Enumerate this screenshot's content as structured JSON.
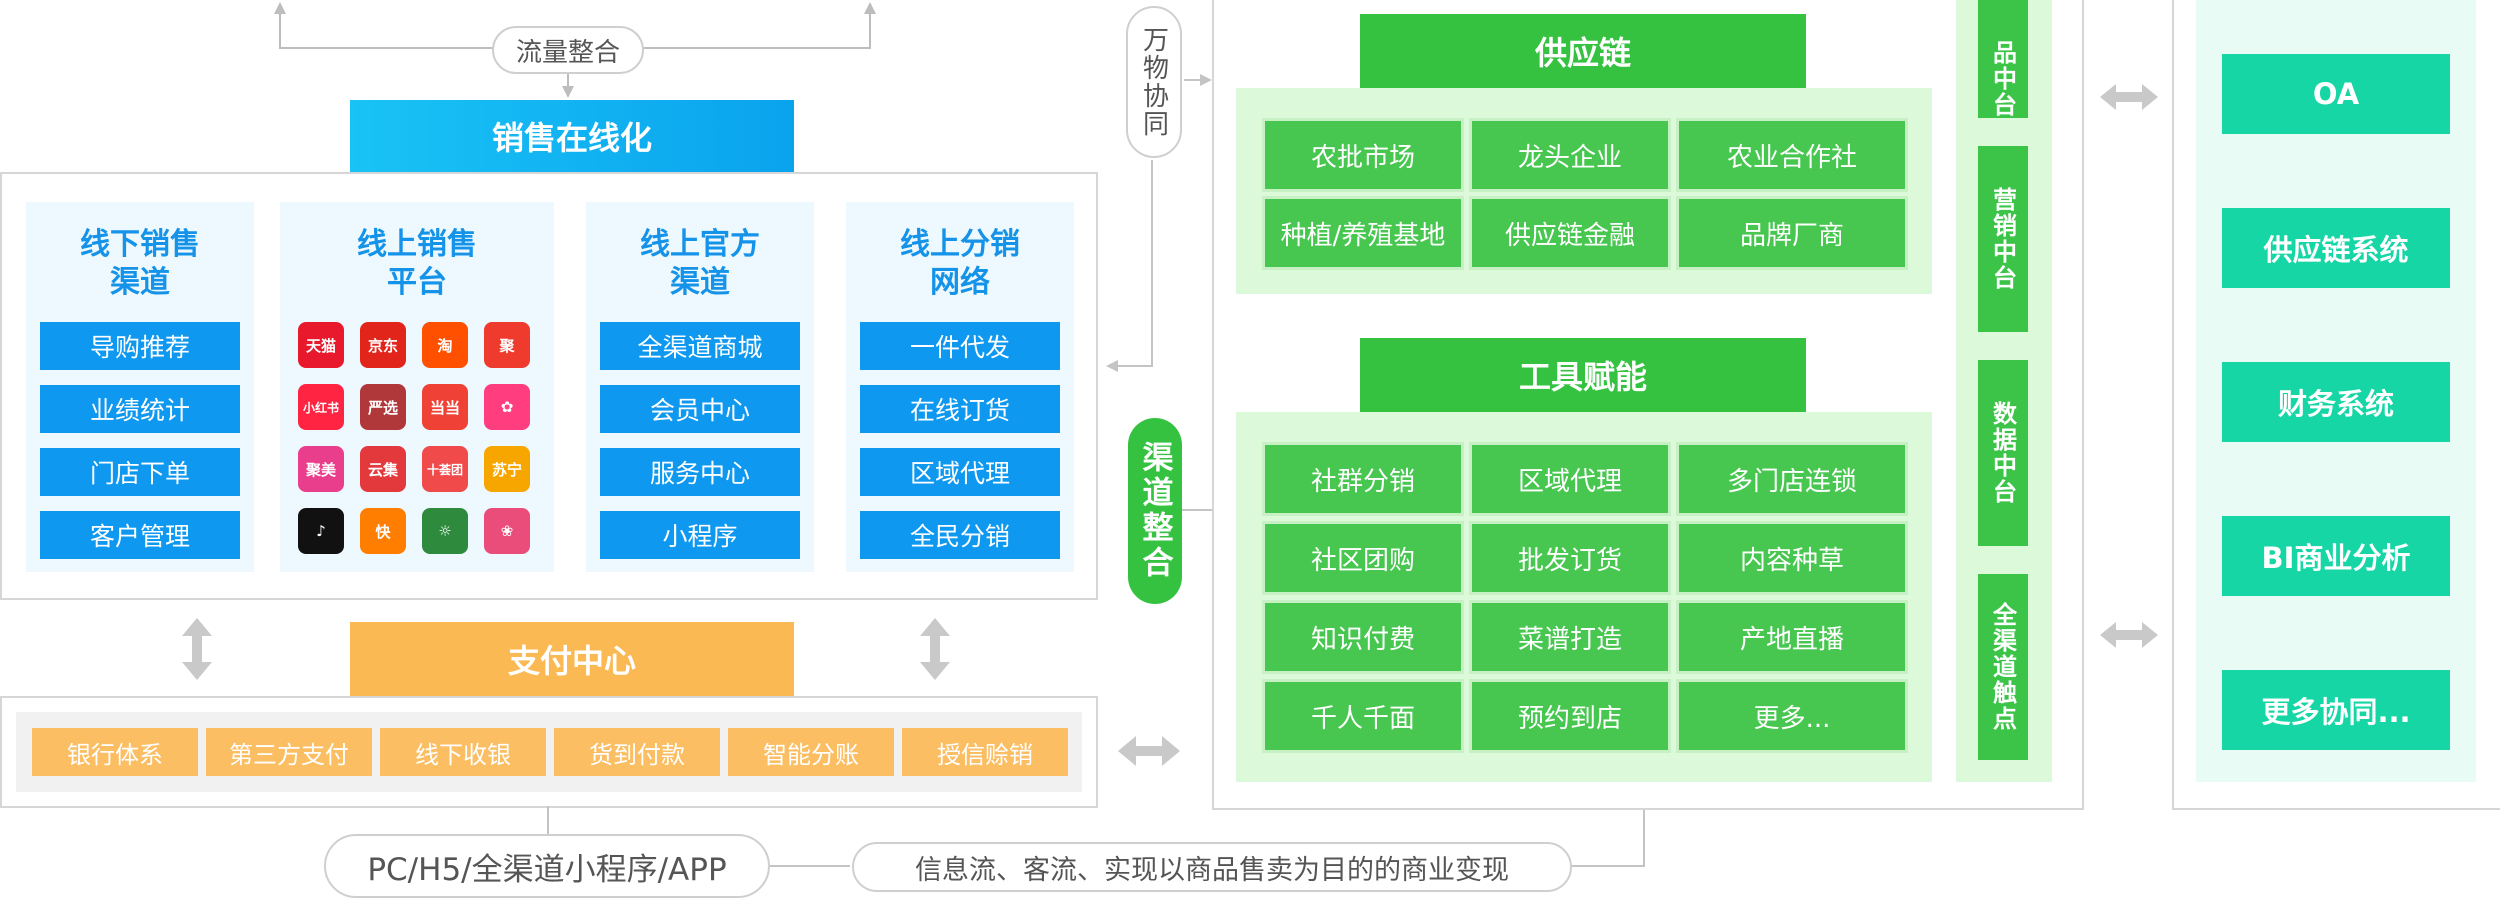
{
  "top": {
    "flow_label": "流量整合",
    "sales_online": "销售在线化"
  },
  "channels": [
    {
      "title": "线下销售\n渠道",
      "items": [
        "导购推荐",
        "业绩统计",
        "门店下单",
        "客户管理"
      ]
    },
    {
      "title": "线上销售\n平台",
      "apps": [
        {
          "label": "天猫",
          "color": "#e8192c",
          "icon": "tmall-icon"
        },
        {
          "label": "京东",
          "color": "#e1251b",
          "icon": "jd-icon"
        },
        {
          "label": "淘",
          "color": "#ff5000",
          "icon": "taobao-icon"
        },
        {
          "label": "聚",
          "color": "#ef3b2d",
          "icon": "juhuasuan-icon"
        },
        {
          "label": "小红书",
          "color": "#ff2442",
          "icon": "xiaohongshu-icon"
        },
        {
          "label": "严选",
          "color": "#b0373a",
          "icon": "yanxuan-icon"
        },
        {
          "label": "当当",
          "color": "#ef4136",
          "icon": "dangdang-icon"
        },
        {
          "label": "✿",
          "color": "#ff3d7f",
          "icon": "flower-app-icon"
        },
        {
          "label": "聚美",
          "color": "#e83e8c",
          "icon": "jumei-icon"
        },
        {
          "label": "云集",
          "color": "#e4393c",
          "icon": "yunji-icon"
        },
        {
          "label": "十荟团",
          "color": "#f04a4a",
          "icon": "shihuituan-icon"
        },
        {
          "label": "苏宁",
          "color": "#f7a600",
          "icon": "suning-icon"
        },
        {
          "label": "♪",
          "color": "#111111",
          "icon": "douyin-icon"
        },
        {
          "label": "快",
          "color": "#ff7e00",
          "icon": "kuaishou-icon"
        },
        {
          "label": "☼",
          "color": "#2e8b3d",
          "icon": "sun-app-icon"
        },
        {
          "label": "❀",
          "color": "#ea4d7a",
          "icon": "pink-flower-icon"
        }
      ]
    },
    {
      "title": "线上官方\n渠道",
      "items": [
        "全渠道商城",
        "会员中心",
        "服务中心",
        "小程序"
      ]
    },
    {
      "title": "线上分销\n网络",
      "items": [
        "一件代发",
        "在线订货",
        "区域代理",
        "全民分销"
      ]
    }
  ],
  "payment": {
    "title": "支付中心",
    "items": [
      "银行体系",
      "第三方支付",
      "线下收银",
      "货到付款",
      "智能分账",
      "授信赊销"
    ]
  },
  "bottom": {
    "channels_pill": "PC/H5/全渠道小程序/APP",
    "desc_pill": "信息流、客流、实现以商品售卖为目的的商业变现"
  },
  "middle": {
    "collab": "万物协同",
    "integration": "渠道整合"
  },
  "supply": {
    "title": "供应链",
    "items": [
      "农批市场",
      "龙头企业",
      "农业合作社",
      "种植/养殖基地",
      "供应链金融",
      "品牌厂商"
    ]
  },
  "tools": {
    "title": "工具赋能",
    "items": [
      "社群分销",
      "区域代理",
      "多门店连锁",
      "社区团购",
      "批发订货",
      "内容种草",
      "知识付费",
      "菜谱打造",
      "产地直播",
      "千人千面",
      "预约到店",
      "更多..."
    ]
  },
  "platforms": [
    "品中台",
    "营销中台",
    "数据中台",
    "全渠道触点"
  ],
  "systems": [
    "OA",
    "供应链系统",
    "财务系统",
    "BI商业分析",
    "更多协同..."
  ],
  "colors": {
    "blue": "#0f98f0",
    "green": "#36c241",
    "orange": "#fbb954",
    "teal": "#16d6a6"
  }
}
